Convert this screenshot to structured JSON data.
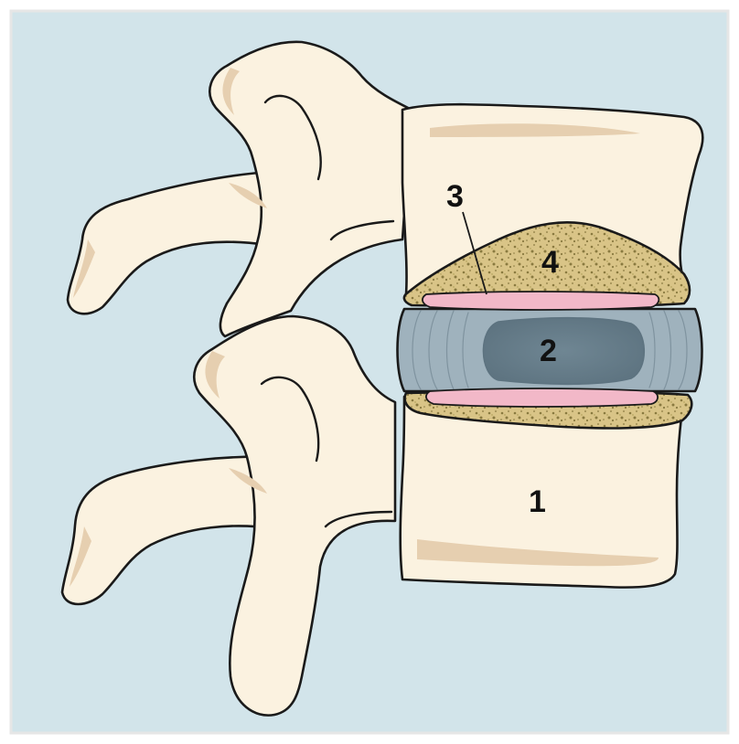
{
  "diagram": {
    "labels": {
      "vertebral_body": "1",
      "nucleus": "2",
      "endplate": "3",
      "sclerotic_bone": "4"
    },
    "colors": {
      "background": "#d2e4ea",
      "border": "#e8e8e8",
      "bone": "#fbf2e0",
      "bone_shadow": "#e6cfb0",
      "outline": "#1a1a1a",
      "cancellous_bone": "#d9c487",
      "cancellous_speckle": "#8a7a40",
      "endplate": "#f2b8c8",
      "annulus": "#9fb2bd",
      "annulus_rings": "#7f939f",
      "nucleus": "#6f8693"
    }
  }
}
